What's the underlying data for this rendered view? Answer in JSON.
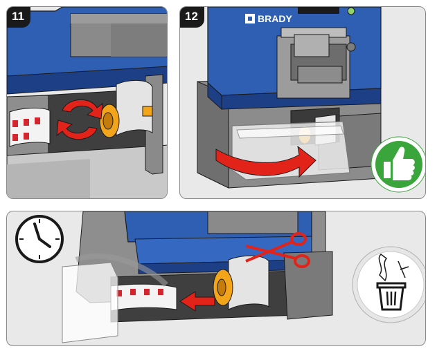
{
  "steps": [
    {
      "number": "11"
    },
    {
      "number": "12"
    }
  ],
  "brand": {
    "logo_text": "BRADY"
  },
  "icons": {
    "rotate": "rotate-arrows-icon",
    "push": "push-arrow-icon",
    "thumbs_up": "thumbs-up-icon",
    "clock": "clock-icon",
    "scissors": "scissors-icon",
    "pull": "pull-arrow-icon",
    "trash": "trash-can-icon"
  },
  "colors": {
    "printer_blue": "#2f5fb3",
    "printer_dark_blue": "#1d3f86",
    "gray_body": "#8e8e8e",
    "dark_gray": "#555555",
    "spool_yellow": "#f2a51a",
    "arrow_red": "#e2231a",
    "thumbs_green": "#3aa53a",
    "panel_bg": "#e9e9e9"
  }
}
